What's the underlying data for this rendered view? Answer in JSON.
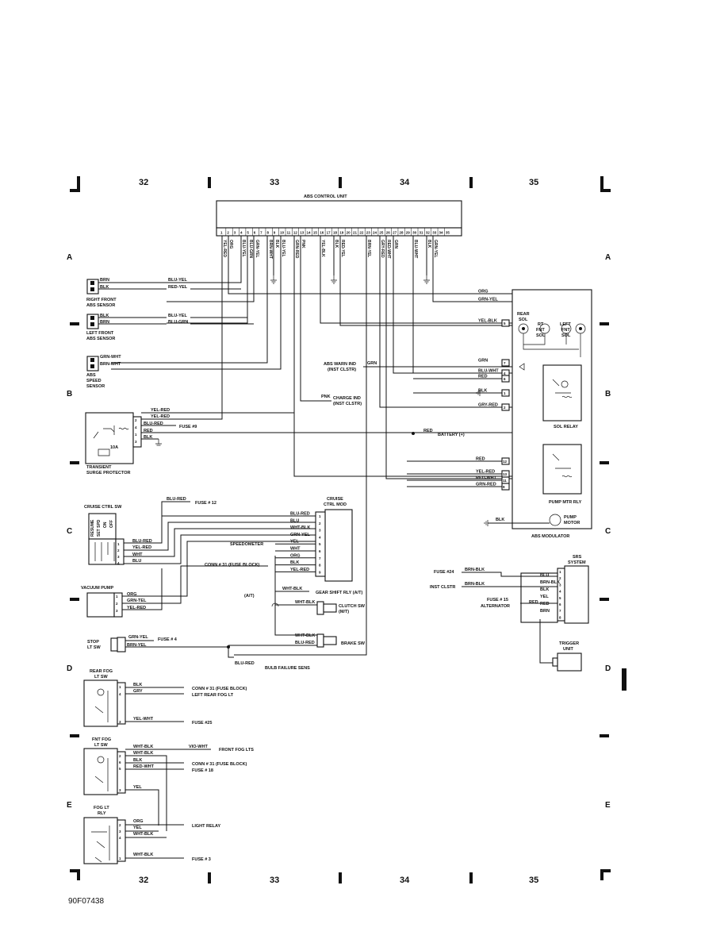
{
  "drawing_number": "90F07438",
  "grid_columns": [
    "32",
    "33",
    "34",
    "35"
  ],
  "grid_rows": [
    "A",
    "B",
    "C",
    "D",
    "E"
  ],
  "components": {
    "abs_control_unit": "ABS CONTROL UNIT",
    "right_front_abs_sensor": [
      "RIGHT FRONT",
      "ABS SENSOR"
    ],
    "left_front_abs_sensor": [
      "LEFT FRONT",
      "ABS SENSOR"
    ],
    "abs_speed_sensor": [
      "ABS",
      "SPEED",
      "SENSOR"
    ],
    "transient_surge_protector": [
      "TRANSIENT",
      "SURGE PROTECTOR"
    ],
    "cruise_ctrl_sw": "CRUISE CTRL SW",
    "cruise_ctrl_mod": [
      "CRUISE",
      "CTRL MOD"
    ],
    "vacuum_pump": "VACUUM PUMP",
    "stop_lt_sw": [
      "STOP",
      "LT SW"
    ],
    "rear_fog_lt_sw": [
      "REAR FOG",
      "LT SW"
    ],
    "fnt_fog_lt_sw": [
      "FNT FOG",
      "LT SW"
    ],
    "fog_lt_rly": [
      "FOG LT",
      "RLY"
    ],
    "sol_relay": "SOL RELAY",
    "pump_mtr_rly": "PUMP MTR RLY",
    "pump_motor": [
      "PUMP",
      "MOTOR"
    ],
    "abs_modulator": "ABS MODULATOR",
    "rear_sol": [
      "REAR",
      "SOL"
    ],
    "rt_fnt_sol": [
      "RT",
      "FNT",
      "SOL"
    ],
    "left_fnt_sol": [
      "LEFT",
      "FNT",
      "SOL"
    ],
    "srs_system": [
      "SRS",
      "SYSTEM"
    ],
    "trigger_unit": [
      "TRIGGER",
      "UNIT"
    ]
  },
  "switch_positions": [
    "RESUME",
    "SET SPD",
    "ON",
    "OFF"
  ],
  "ecu_pins": [
    "1",
    "2",
    "3",
    "4",
    "5",
    "6",
    "7",
    "8",
    "9",
    "10",
    "11",
    "12",
    "13",
    "14",
    "15",
    "16",
    "17",
    "18",
    "19",
    "20",
    "21",
    "22",
    "23",
    "24",
    "25",
    "26",
    "27",
    "28",
    "29",
    "30",
    "31",
    "32",
    "33",
    "34",
    "35"
  ],
  "ecu_wire_labels": {
    "p1": "YEL-RED",
    "p2": "ORG",
    "p4": "BLU-YEL",
    "p5": "BLU-GRN",
    "p6": "GRN-YEL",
    "p8": "BRN-WHT",
    "p9": "BLK",
    "p10": "BLU-YEL",
    "p12": "GRN-RED",
    "p13": "PNK",
    "p16": "YEL-BLK",
    "p18": "BLK",
    "p19": "RED-YEL",
    "p23": "BRN-YEL",
    "p25": "GRY-RED",
    "p26": "RED-WHT",
    "p27": "GRN",
    "p30": "BLU-WHT",
    "p32": "BLK",
    "p33": "GRN-YEL"
  },
  "sensor_wires": {
    "rf": [
      "BRN",
      "BLK",
      "BLU-YEL",
      "RED-YEL"
    ],
    "lf": [
      "BLK",
      "BRN",
      "BLU-YEL",
      "BLU-GRN"
    ],
    "spd": [
      "GRN-WHT",
      "BRN-WHT"
    ]
  },
  "surge_protector": {
    "wires": [
      "YEL-RED",
      "YEL-RED",
      "BLU-RED",
      "RED",
      "BLK"
    ],
    "fuse_label": "FUSE #9",
    "fuse_rating": "10A",
    "pins": [
      "2",
      "4",
      "1",
      "3"
    ]
  },
  "abs_refs": {
    "warn_ind": [
      "ABS WARN IND",
      "(INST CLSTR)"
    ],
    "warn_wire": "GRN",
    "charge_ind": [
      "CHARGE IND",
      "(INST CLSTR)"
    ],
    "charge_wire": "PNK",
    "battery": "BATTERY (+)",
    "battery_wire": "RED"
  },
  "modulator_pins": {
    "left_top": [
      {
        "wire": "ORG",
        "pin": ""
      },
      {
        "wire": "GRN-YEL",
        "pin": ""
      },
      {
        "wire": "YEL-BLK",
        "pin": "5"
      },
      {
        "wire": "GRN",
        "pin": "7"
      },
      {
        "wire": "BLU-WHT",
        "pin": "4"
      },
      {
        "wire": "RED",
        "pin": "6"
      },
      {
        "wire": "BLK",
        "pin": "1"
      },
      {
        "wire": "GRY-RED",
        "pin": "2"
      }
    ],
    "left_bottom": [
      {
        "wire": "RED",
        "pin": "12"
      },
      {
        "wire": "YEL-RED",
        "pin": "13"
      },
      {
        "wire": "RED-WHT",
        "pin": "11"
      },
      {
        "wire": "GRN-RED",
        "pin": "9"
      }
    ],
    "motor_ground_wire": "BLK"
  },
  "cruise": {
    "fuse_top_wire": "BLU-RED",
    "fuse_top": "FUSE # 12",
    "sw_pins": [
      "1",
      "2",
      "3",
      "4"
    ],
    "sw_wires": [
      "BLU-RED",
      "YEL-RED",
      "WHT",
      "BLU"
    ],
    "mod_pins": [
      "1",
      "2",
      "3",
      "4",
      "5",
      "6",
      "7",
      "8",
      "9"
    ],
    "mod_wires": [
      "BLU-RED",
      "BLU",
      "WHT-BLK",
      "GRN-YEL",
      "YEL",
      "WHT",
      "ORG",
      "BLK",
      "YEL-RED"
    ],
    "speedometer": "SPEEDOMETER",
    "conn31": "CONN # 31 (FUSE BLOCK)",
    "at_label": "(A/T)",
    "gear_shift_wire": "WHT-BLK",
    "gear_shift": "GEAR SHIFT RLY (A/T)",
    "clutch_wire": "WHT-BLK",
    "clutch": [
      "CLUTCH SW",
      "(M/T)"
    ],
    "brake_wires": [
      "WHT-BLK",
      "BLU-RED"
    ],
    "brake": "BRAKE SW",
    "vac_pins": [
      "1",
      "2",
      "3"
    ],
    "vac_wires": [
      "ORG",
      "GRN-TEL",
      "YEL-RED"
    ],
    "stop_wires": [
      "GRN-YEL",
      "BRN-YEL"
    ],
    "stop_fuse": "FUSE # 4",
    "bulb_wire": "BLU-RED",
    "bulb": "BULB FAILURE SENS"
  },
  "srs": {
    "fuse24": "FUSE #24",
    "inst": "INST CLSTR",
    "fuse15": "FUSE # 15",
    "alt": "ALTERNATOR",
    "left_wires": [
      "BRN-BLK",
      "BRN-BLK",
      "RED"
    ],
    "inner_wires": [
      "BLU",
      "BRN-BLK",
      "BLK",
      "YEL",
      "RED",
      "BRN"
    ],
    "pins": [
      "1",
      "2",
      "3",
      "4",
      "5",
      "6",
      "7",
      "8"
    ]
  },
  "fog": {
    "rear_wires": [
      "BLK",
      "GRY",
      "YEL-WHT"
    ],
    "rear_refs": [
      "CONN # 31 (FUSE BLOCK)",
      "LEFT REAR FOG LT",
      "FUSE #25"
    ],
    "rear_pins": [
      "1",
      "4",
      "3"
    ],
    "fnt_wires": [
      "WHT-BLK",
      "WHT-BLK",
      "BLK",
      "RED-WHT",
      "YEL"
    ],
    "fnt_vio": "VIO-WHT",
    "fnt_refs": [
      "FRONT FOG LTS",
      "CONN # 31 (FUSE BLOCK)",
      "FUSE # 18"
    ],
    "fnt_pins": [
      "2",
      "6",
      "1",
      "5",
      "3"
    ],
    "rly_wires": [
      "ORG",
      "YEL",
      "WHT-BLK",
      "WHT-BLK"
    ],
    "rly_refs": [
      "LIGHT RELAY",
      "FUSE # 3"
    ],
    "rly_pins": [
      "2",
      "3",
      "4",
      "1"
    ]
  }
}
